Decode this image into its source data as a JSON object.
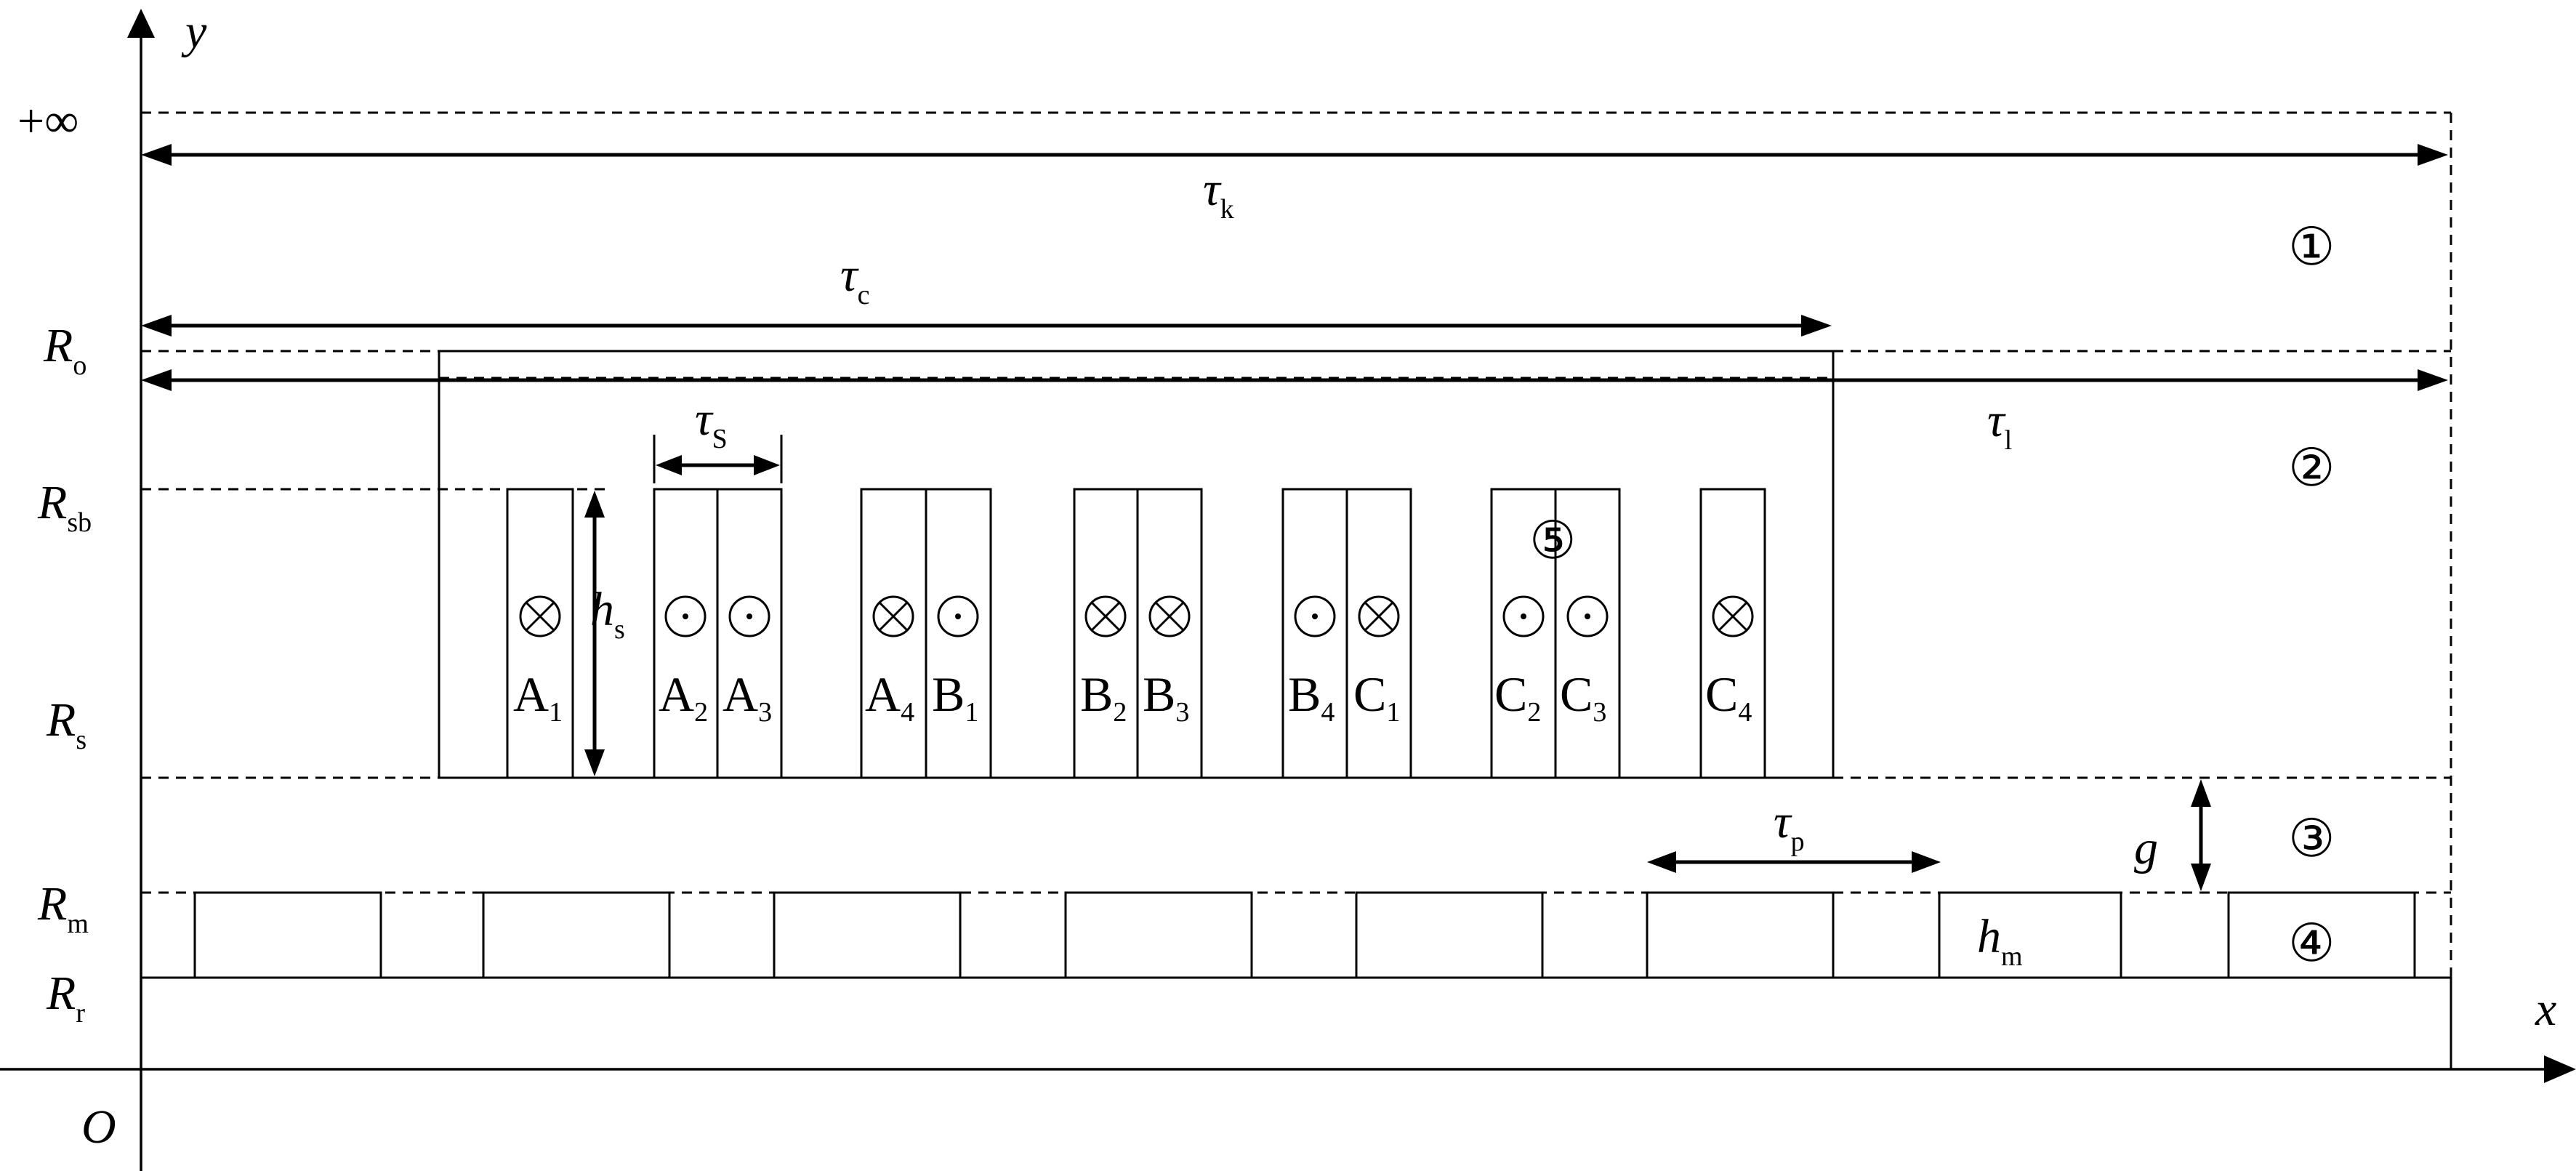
{
  "axes": {
    "x": "x",
    "y": "y",
    "origin": "O"
  },
  "radii": {
    "inf": "+∞",
    "ro_main": "R",
    "ro_sub": "o",
    "rsb_main": "R",
    "rsb_sub": "sb",
    "rs_main": "R",
    "rs_sub": "s",
    "rm_main": "R",
    "rm_sub": "m",
    "rr_main": "R",
    "rr_sub": "r"
  },
  "dimensions": {
    "tau_k": {
      "main": "τ",
      "sub": "k"
    },
    "tau_c": {
      "main": "τ",
      "sub": "c"
    },
    "tau_l": {
      "main": "τ",
      "sub": "l"
    },
    "tau_s": {
      "main": "τ",
      "sub": "S"
    },
    "tau_p": {
      "main": "τ",
      "sub": "p"
    },
    "h_s": {
      "main": "h",
      "sub": "s"
    },
    "h_m": {
      "main": "h",
      "sub": "m"
    },
    "g": "g"
  },
  "regions": {
    "r1": "①",
    "r2": "②",
    "r3": "③",
    "r4": "④",
    "r5": "⑤"
  },
  "coils": [
    {
      "name": "A",
      "idx": "1",
      "dir": "cross"
    },
    {
      "name": "A",
      "idx": "2",
      "dir": "dot"
    },
    {
      "name": "A",
      "idx": "3",
      "dir": "dot"
    },
    {
      "name": "A",
      "idx": "4",
      "dir": "cross"
    },
    {
      "name": "B",
      "idx": "1",
      "dir": "dot"
    },
    {
      "name": "B",
      "idx": "2",
      "dir": "cross"
    },
    {
      "name": "B",
      "idx": "3",
      "dir": "cross"
    },
    {
      "name": "B",
      "idx": "4",
      "dir": "dot"
    },
    {
      "name": "C",
      "idx": "1",
      "dir": "cross"
    },
    {
      "name": "C",
      "idx": "2",
      "dir": "dot"
    },
    {
      "name": "C",
      "idx": "3",
      "dir": "dot"
    },
    {
      "name": "C",
      "idx": "4",
      "dir": "cross"
    }
  ]
}
